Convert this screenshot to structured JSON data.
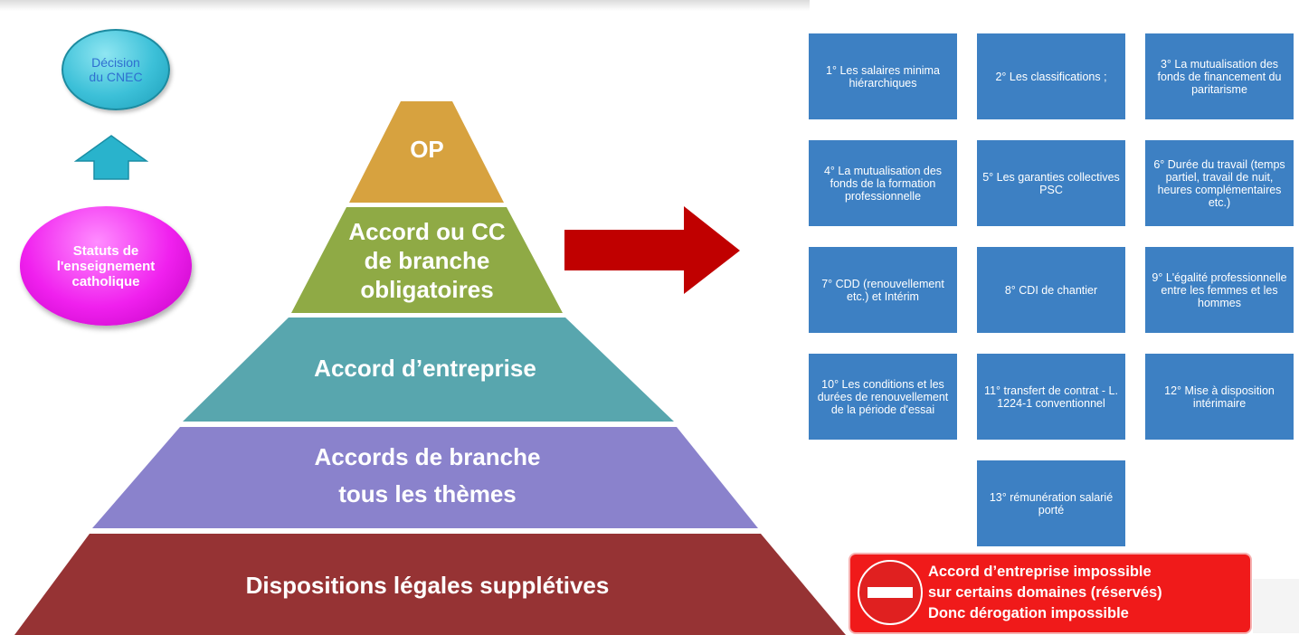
{
  "left": {
    "decision_bubble": "Décision\ndu CNEC",
    "statuts_ellipse": "Statuts de\nl'enseignement\ncatholique"
  },
  "pyramid": {
    "levels": [
      {
        "label": "OP",
        "color": "#d7a23f"
      },
      {
        "label": "Accord ou CC\nde branche\nobligatoires",
        "color": "#8faa45"
      },
      {
        "label": "Accord d’entreprise",
        "color": "#58a6ae"
      },
      {
        "label": "Accords de branche\ntous les thèmes",
        "color": "#8a82cc"
      },
      {
        "label": "Dispositions légales supplétives",
        "color": "#963334"
      }
    ]
  },
  "domains": [
    "1° Les salaires minima hiérarchiques",
    "2° Les classifications ;",
    "3° La mutualisation des fonds de financement du paritarisme",
    "4° La mutualisation des fonds de la formation professionnelle",
    "5° Les garanties collectives PSC",
    "6° Durée du travail (temps partiel, travail de nuit, heures complémentaires etc.)",
    "7° CDD (renouvellement etc.) et Intérim",
    "8° CDI de chantier",
    "9° L'égalité professionnelle entre les femmes et les hommes",
    "10° Les conditions et les durées de renouvellement de la période d'essai",
    "11° transfert de contrat - L. 1224-1 conventionnel",
    "12° Mise à disposition intérimaire",
    "13° rémunération salarié porté"
  ],
  "warning": {
    "line1": "Accord d’entreprise impossible",
    "line2": "sur certains domaines (réservés)",
    "line3": "Donc dérogation impossible"
  },
  "colors": {
    "box": "#3d80c3",
    "arrow_right": "#c00000",
    "arrow_up": "#29b3cc",
    "warning": "#f01a1a"
  }
}
